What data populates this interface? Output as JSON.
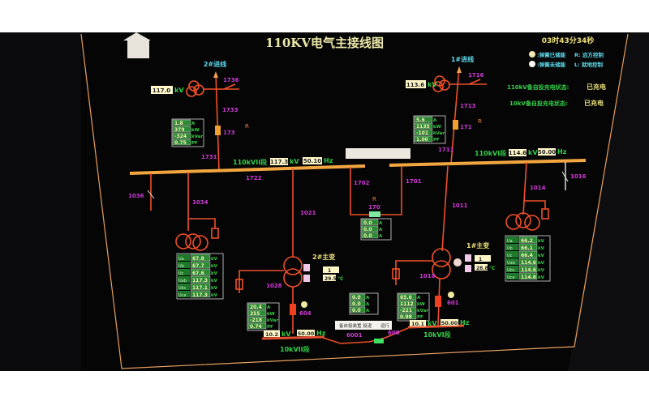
{
  "title": "110KV电气主接线图",
  "clock": "03时43分34秒",
  "legend": {
    "spring_charged": ":弹簧已储能",
    "spring_uncharged": ":弹簧未储能",
    "remote": "R: 远方控制",
    "local": "L: 就地控制"
  },
  "status": [
    {
      "label": "110kV备自投充电状态:",
      "value": "已充电"
    },
    {
      "label": "10kV备自投充电状态:",
      "value": "已充电"
    }
  ],
  "colors": {
    "line": "#f0502a",
    "bus": "#f2a640",
    "meter_text": "#34d04a",
    "device_id": "#d23ad8",
    "background": "#050505"
  },
  "incoming2": {
    "name": "2#进线",
    "kv": "117.0",
    "unit": "kV",
    "ids": [
      "1736",
      "1733",
      "173",
      "1731"
    ],
    "mode": "R",
    "meter": [
      [
        "1.8",
        "A"
      ],
      [
        "379",
        "kW"
      ],
      [
        "-324",
        "kVar"
      ],
      [
        "0.75",
        "PF"
      ]
    ]
  },
  "incoming1": {
    "name": "1#进线",
    "kv": "113.6",
    "unit": "kV",
    "ids": [
      "1716",
      "1713",
      "171",
      "1711"
    ],
    "mode": "R",
    "meter": [
      [
        "5.6",
        "A"
      ],
      [
        "1135",
        "kW"
      ],
      [
        "-101",
        "kVar"
      ],
      [
        "1.00",
        "PF"
      ]
    ]
  },
  "bus110_2": {
    "name": "110kVII段",
    "kv": "117.3",
    "kv_unit": "kV",
    "hz": "50.10",
    "hz_unit": "Hz"
  },
  "bus110_1": {
    "name": "110kVI段",
    "kv": "114.6",
    "kv_unit": "kV",
    "hz": "50.00",
    "hz_unit": "Hz"
  },
  "tie110": {
    "ids": [
      "1722",
      "1702",
      "1701",
      "170"
    ],
    "mode": "R",
    "meter": [
      [
        "0.0",
        "A"
      ],
      [
        "0.0",
        "A"
      ],
      [
        "0.0",
        "A"
      ]
    ]
  },
  "ids": {
    "left_earth": "1036",
    "left_pt": "1034",
    "t2_hv": "1021",
    "t1_hv": "1011",
    "right_pt": "1014",
    "right_earth": "1016",
    "t2_n": "1028",
    "t1_n": "1018",
    "t2_lv": "604",
    "t1_lv": "601",
    "tie10": "6001",
    "tie10b": "600"
  },
  "pt_left": [
    [
      "Ua",
      "67.8",
      "kV"
    ],
    [
      "Ub",
      "67.7",
      "kV"
    ],
    [
      "Uc",
      "67.6",
      "kV"
    ],
    [
      "Uab",
      "117.3",
      "kV"
    ],
    [
      "Ubc",
      "117.1",
      "kV"
    ],
    [
      "Uca",
      "117.3",
      "kV"
    ]
  ],
  "pt_right": [
    [
      "Ua",
      "66.2",
      "kV"
    ],
    [
      "Ub",
      "66.1",
      "kV"
    ],
    [
      "Uc",
      "66.4",
      "kV"
    ],
    [
      "Uab",
      "114.6",
      "kV"
    ],
    [
      "Ubc",
      "114.6",
      "kV"
    ],
    [
      "Uca",
      "114.6",
      "kV"
    ]
  ],
  "t2": {
    "name": "2#主变",
    "tap": "1",
    "temp": "29.5",
    "temp_unit": "°C"
  },
  "t1": {
    "name": "1#主变",
    "tap": "1",
    "temp": "28.8",
    "temp_unit": "°C"
  },
  "lv2_meter": [
    [
      "20.4",
      "A"
    ],
    [
      "355",
      "kW"
    ],
    [
      "-218",
      "kVar"
    ],
    [
      "0.74",
      "PF"
    ]
  ],
  "lv1_meter": [
    [
      "65.6",
      "A"
    ],
    [
      "1112",
      "kW"
    ],
    [
      "-221",
      "kVar"
    ],
    [
      "0.98",
      "PF"
    ]
  ],
  "tie10_meter": [
    [
      "0.0",
      "A"
    ],
    [
      "0.0",
      "A"
    ],
    [
      "0.0",
      "A"
    ]
  ],
  "tie10_label": "备自投装置 投退",
  "tie10_state": "运行",
  "bus10_2": {
    "name": "10kVII段",
    "kv": "10.2",
    "kv_unit": "kV",
    "hz": "50.00",
    "hz_unit": "Hz"
  },
  "bus10_1": {
    "name": "10kVI段",
    "kv": "10.1",
    "kv_unit": "kV",
    "hz": "50.00",
    "hz_unit": "Hz"
  }
}
